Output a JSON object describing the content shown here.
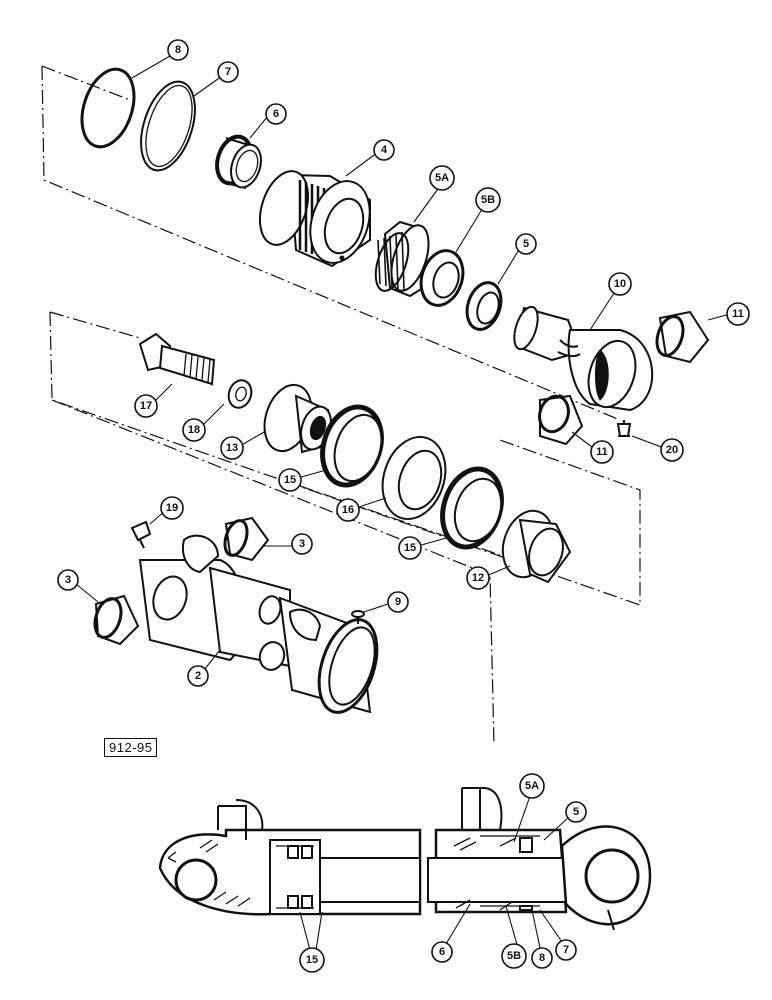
{
  "figure_ref": "912-95",
  "callouts": {
    "c8": "8",
    "c7": "7",
    "c6": "6",
    "c4": "4",
    "c5a": "5A",
    "c5b": "5B",
    "c5": "5",
    "c10": "10",
    "c11a": "11",
    "c11b": "11",
    "c20": "20",
    "c17": "17",
    "c18": "18",
    "c13": "13",
    "c15a": "15",
    "c16": "16",
    "c15b": "15",
    "c12": "12",
    "c19": "19",
    "c3a": "3",
    "c3b": "3",
    "c9": "9",
    "c2": "2",
    "s5a": "5A",
    "s5": "5",
    "s6": "6",
    "s5b": "5B",
    "s8": "8",
    "s7": "7",
    "s15": "15"
  },
  "colors": {
    "ink": "#111111",
    "paper": "#ffffff"
  }
}
